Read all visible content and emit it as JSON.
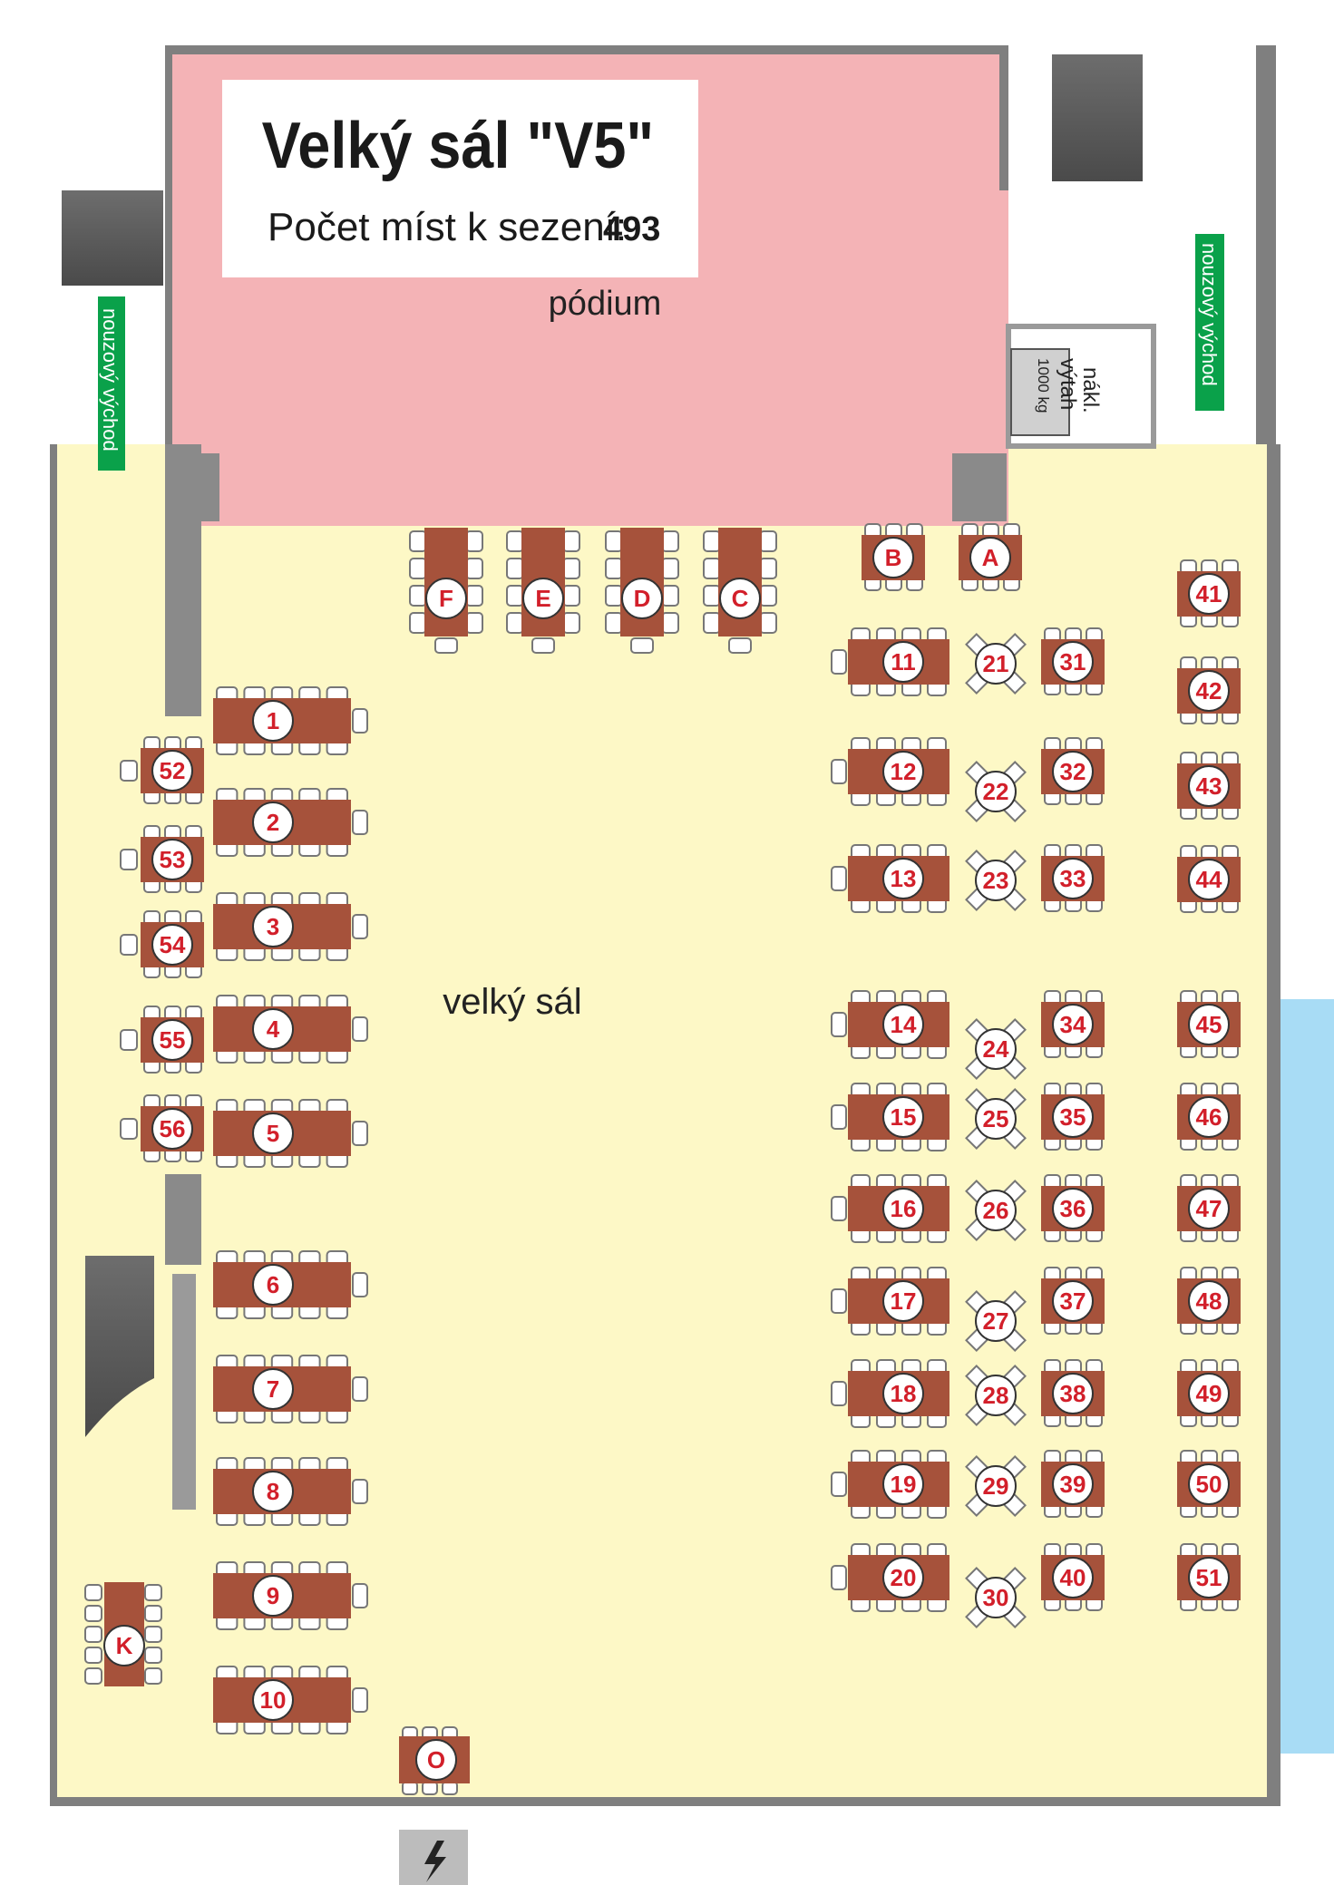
{
  "title": {
    "heading": "Velký sál \"V5\"",
    "seats_label": "Počet míst k sezení:",
    "seats_value": "493"
  },
  "rooms": {
    "stage_label": "pódium",
    "hall_label": "velký sál",
    "elevator_lines": [
      "nákl.",
      "výtah",
      "1000 kg"
    ]
  },
  "exits": {
    "left_label": "nouzový východ",
    "right_label": "nouzový východ"
  },
  "tables": {
    "left_long": [
      "1",
      "2",
      "3",
      "4",
      "5",
      "6",
      "7",
      "8",
      "9",
      "10"
    ],
    "left_small": [
      "52",
      "53",
      "54",
      "55",
      "56"
    ],
    "top_long": [
      "F",
      "E",
      "D",
      "C"
    ],
    "top_small": [
      "B",
      "A"
    ],
    "col_long": [
      "11",
      "12",
      "13",
      "14",
      "15",
      "16",
      "17",
      "18",
      "19",
      "20"
    ],
    "col_cross": [
      "21",
      "22",
      "23",
      "24",
      "25",
      "26",
      "27",
      "28",
      "29",
      "30"
    ],
    "col_small": [
      "31",
      "32",
      "33",
      "34",
      "35",
      "36",
      "37",
      "38",
      "39",
      "40"
    ],
    "col_right": [
      "41",
      "42",
      "43",
      "44",
      "45",
      "46",
      "47",
      "48",
      "49",
      "50",
      "51"
    ],
    "extra": [
      "K",
      "O"
    ]
  },
  "colors": {
    "stage": "#f4b3b6",
    "hall": "#fdf8c6",
    "table": "#a6523b",
    "label": "#d21f2a",
    "exit": "#0aa14a",
    "wall": "#7f7f7f",
    "window": "#a8dcf5"
  },
  "icons": {
    "power": "lightning-bolt-icon"
  }
}
